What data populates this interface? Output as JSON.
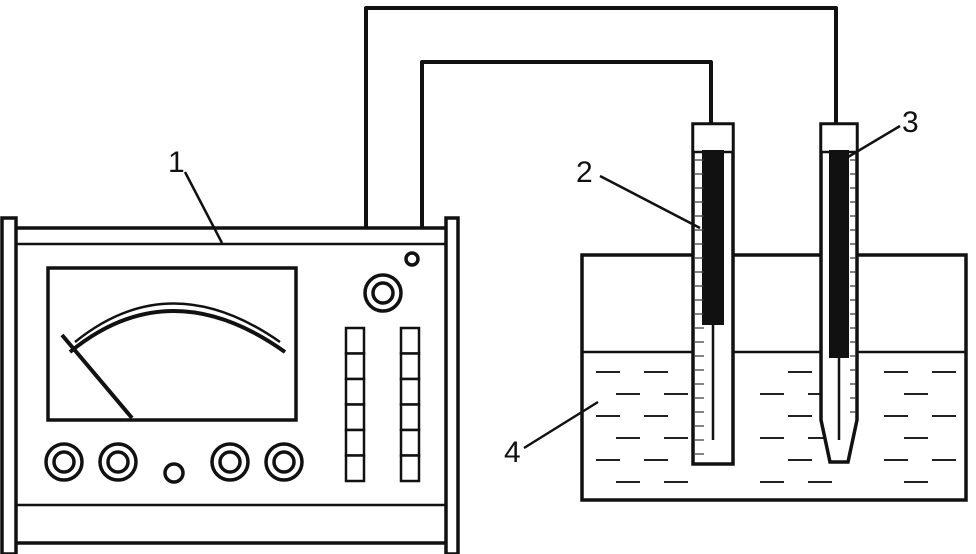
{
  "labels": {
    "meter": "1",
    "electrode_a": "2",
    "electrode_b": "3",
    "solution": "4"
  }
}
